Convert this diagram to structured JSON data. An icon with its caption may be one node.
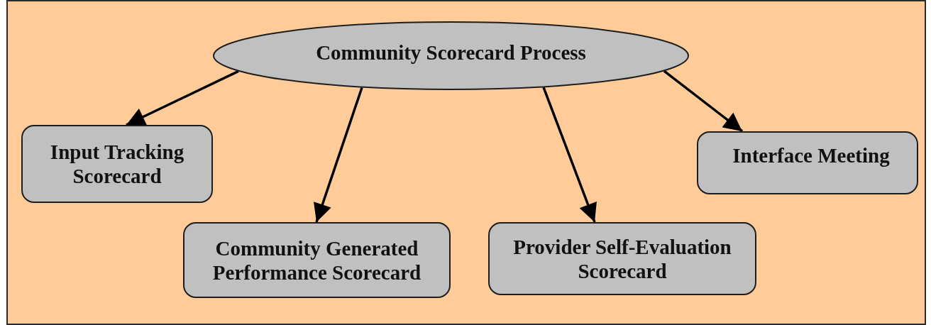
{
  "diagram": {
    "nodes": [
      {
        "text": [
          "Community Scorecard Process"
        ]
      },
      {
        "text": [
          "Input Tracking Scorecard"
        ]
      },
      {
        "text": [
          "Interface Meeting"
        ]
      },
      {
        "text": [
          "Community Generated Performance Scorecard"
        ]
      },
      {
        "text": [
          "Provider Self-Evaluation Scorecard"
        ]
      }
    ],
    "edges": [
      {
        "from": 0,
        "to": 1,
        "arrow": "to"
      },
      {
        "from": 0,
        "to": 3,
        "arrow": "to"
      },
      {
        "from": 0,
        "to": 4,
        "arrow": "to"
      },
      {
        "from": 0,
        "to": 2,
        "arrow": "to"
      }
    ]
  }
}
